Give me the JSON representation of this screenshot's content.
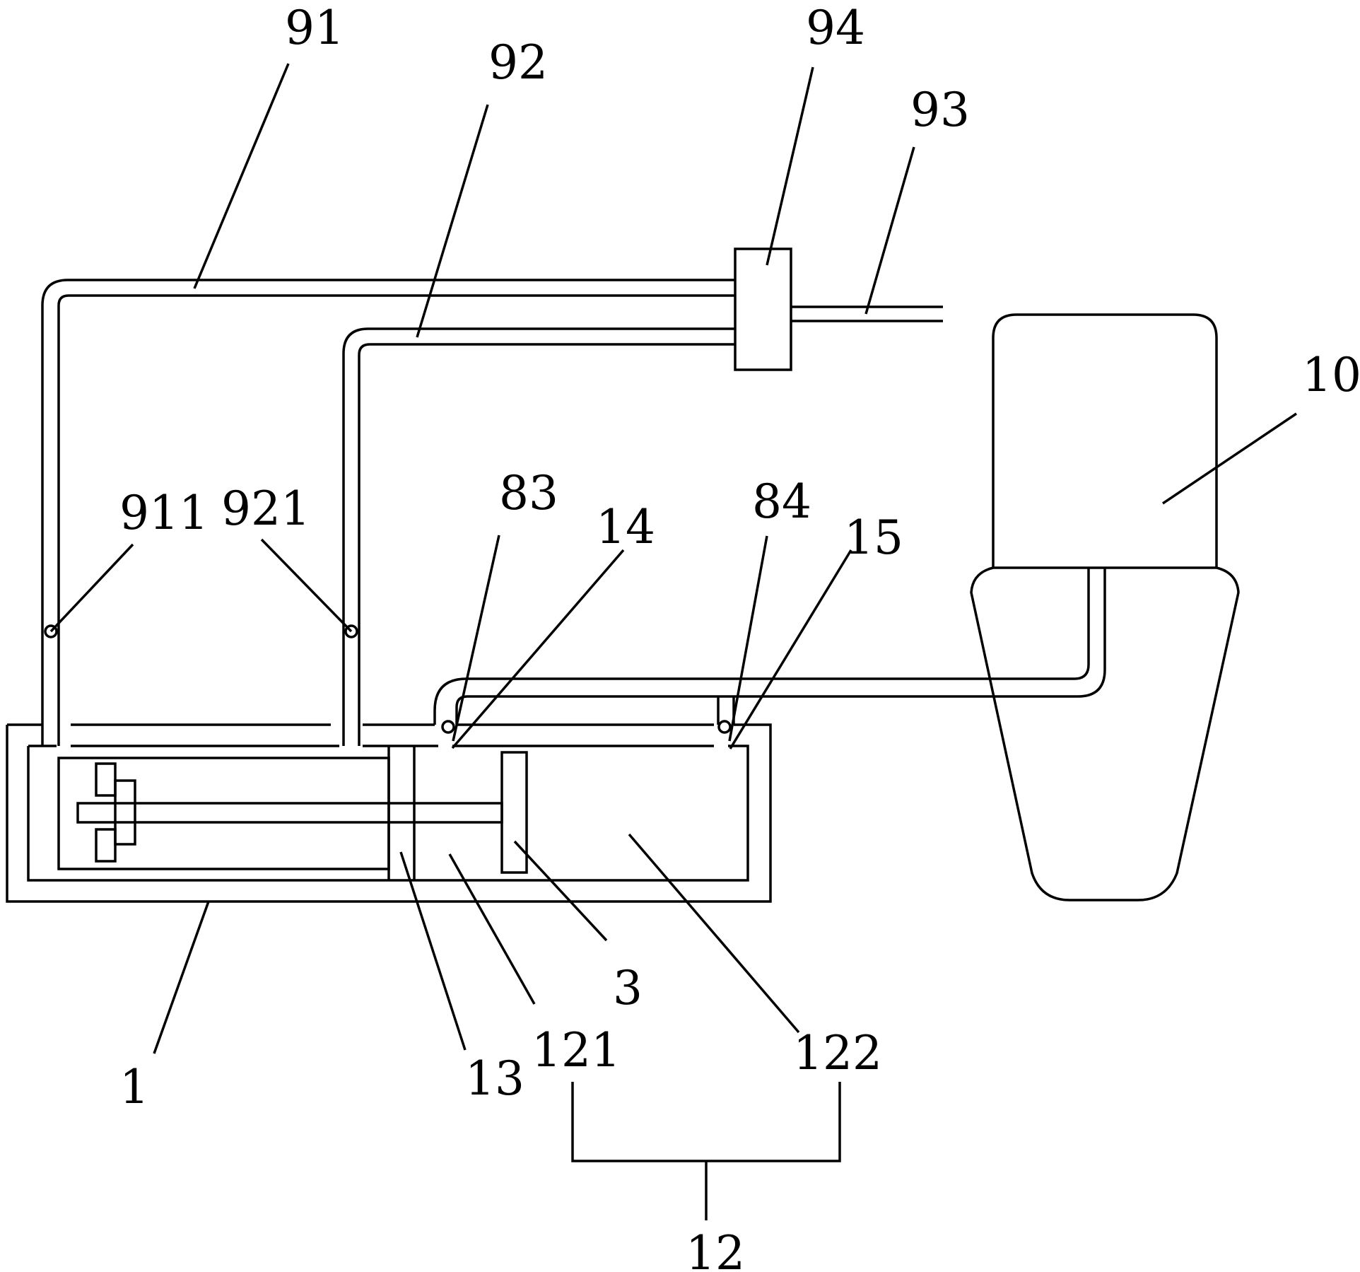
{
  "labels": {
    "l91": "91",
    "l92": "92",
    "l94": "94",
    "l93": "93",
    "l10": "10",
    "l911": "911",
    "l921": "921",
    "l83": "83",
    "l14": "14",
    "l84": "84",
    "l15": "15",
    "l1": "1",
    "l13": "13",
    "l121": "121",
    "l3": "3",
    "l122": "122",
    "l12": "12"
  }
}
